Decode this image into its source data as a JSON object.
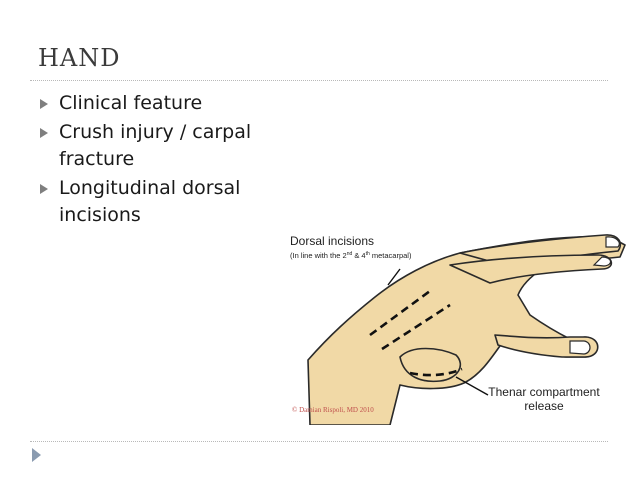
{
  "slide": {
    "title": "HAND",
    "bullets": [
      "Clinical feature",
      "Crush injury / carpal fracture",
      "Longitudinal dorsal incisions"
    ]
  },
  "figure": {
    "label_dorsal_title": "Dorsal incisions",
    "label_dorsal_sub_a": "(In line with the 2",
    "label_dorsal_sup_2": "nd",
    "label_dorsal_sub_b": " & 4",
    "label_dorsal_sup_4": "th",
    "label_dorsal_sub_c": " metacarpal)",
    "label_thenar_line1": "Thenar compartment",
    "label_thenar_line2": "release",
    "copyright": "© Damian Rispoli, MD 2010"
  },
  "colors": {
    "skin": "#f1d9a6",
    "skin_outline": "#2a2a2a",
    "bullet": "#7f7f7f",
    "copyright": "#c0504d"
  }
}
